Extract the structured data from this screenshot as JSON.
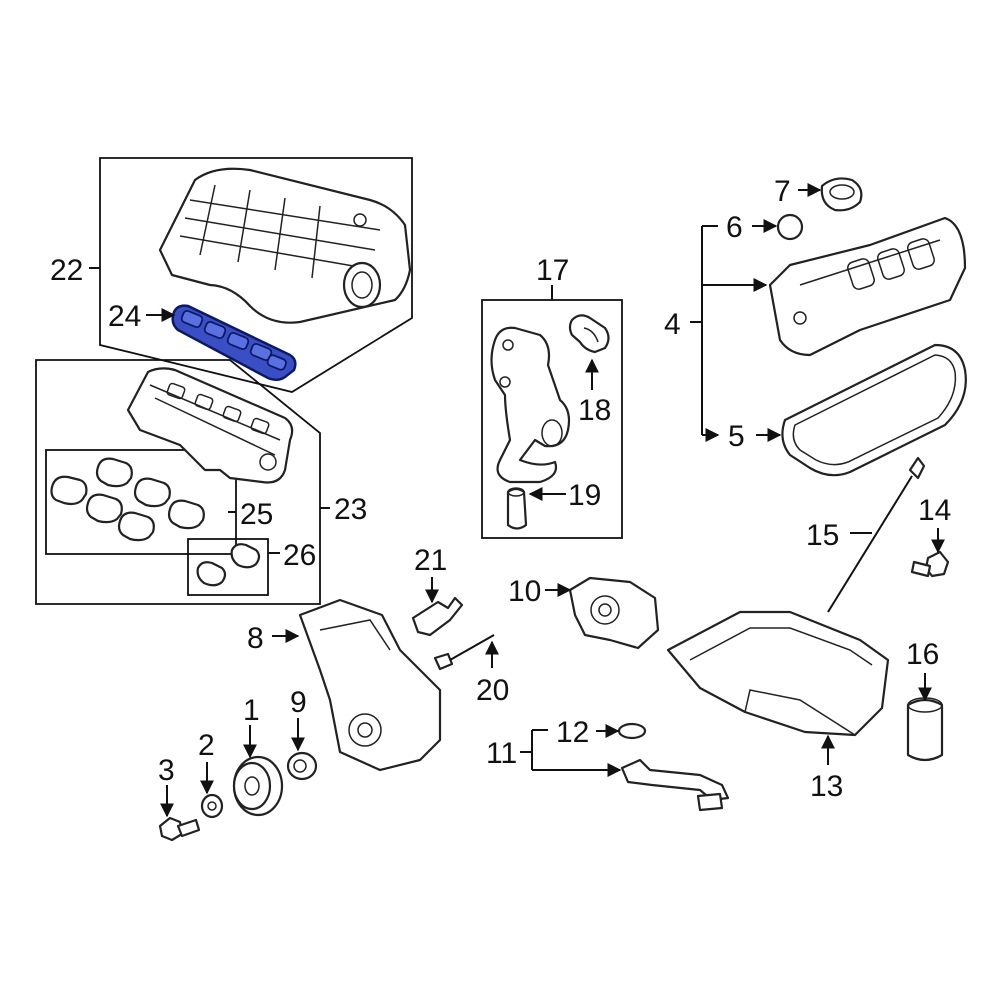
{
  "diagram": {
    "highlight_color": "#3a4fc4",
    "callouts": [
      {
        "id": "1",
        "label": "1"
      },
      {
        "id": "2",
        "label": "2"
      },
      {
        "id": "3",
        "label": "3"
      },
      {
        "id": "4",
        "label": "4"
      },
      {
        "id": "5",
        "label": "5"
      },
      {
        "id": "6",
        "label": "6"
      },
      {
        "id": "7",
        "label": "7"
      },
      {
        "id": "8",
        "label": "8"
      },
      {
        "id": "9",
        "label": "9"
      },
      {
        "id": "10",
        "label": "10"
      },
      {
        "id": "11",
        "label": "11"
      },
      {
        "id": "12",
        "label": "12"
      },
      {
        "id": "13",
        "label": "13"
      },
      {
        "id": "14",
        "label": "14"
      },
      {
        "id": "15",
        "label": "15"
      },
      {
        "id": "16",
        "label": "16"
      },
      {
        "id": "17",
        "label": "17"
      },
      {
        "id": "18",
        "label": "18"
      },
      {
        "id": "19",
        "label": "19"
      },
      {
        "id": "20",
        "label": "20"
      },
      {
        "id": "21",
        "label": "21"
      },
      {
        "id": "22",
        "label": "22"
      },
      {
        "id": "23",
        "label": "23"
      },
      {
        "id": "24",
        "label": "24"
      },
      {
        "id": "25",
        "label": "25"
      },
      {
        "id": "26",
        "label": "26"
      }
    ]
  }
}
